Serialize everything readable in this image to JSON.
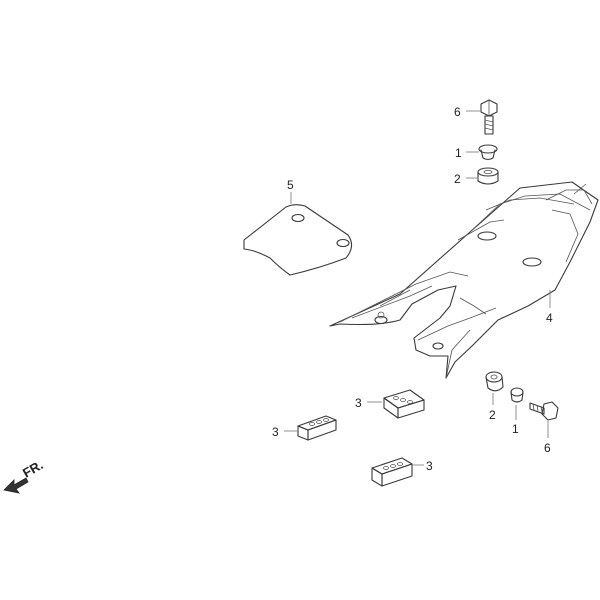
{
  "labels": {
    "part_6_top": "6",
    "part_1_top": "1",
    "part_2_top": "2",
    "part_5": "5",
    "part_4": "4",
    "part_2_bottom": "2",
    "part_1_bottom": "1",
    "part_6_bottom": "6",
    "part_3_center": "3",
    "part_3_left": "3",
    "part_3_bottom": "3"
  },
  "direction_indicator": "FR."
}
